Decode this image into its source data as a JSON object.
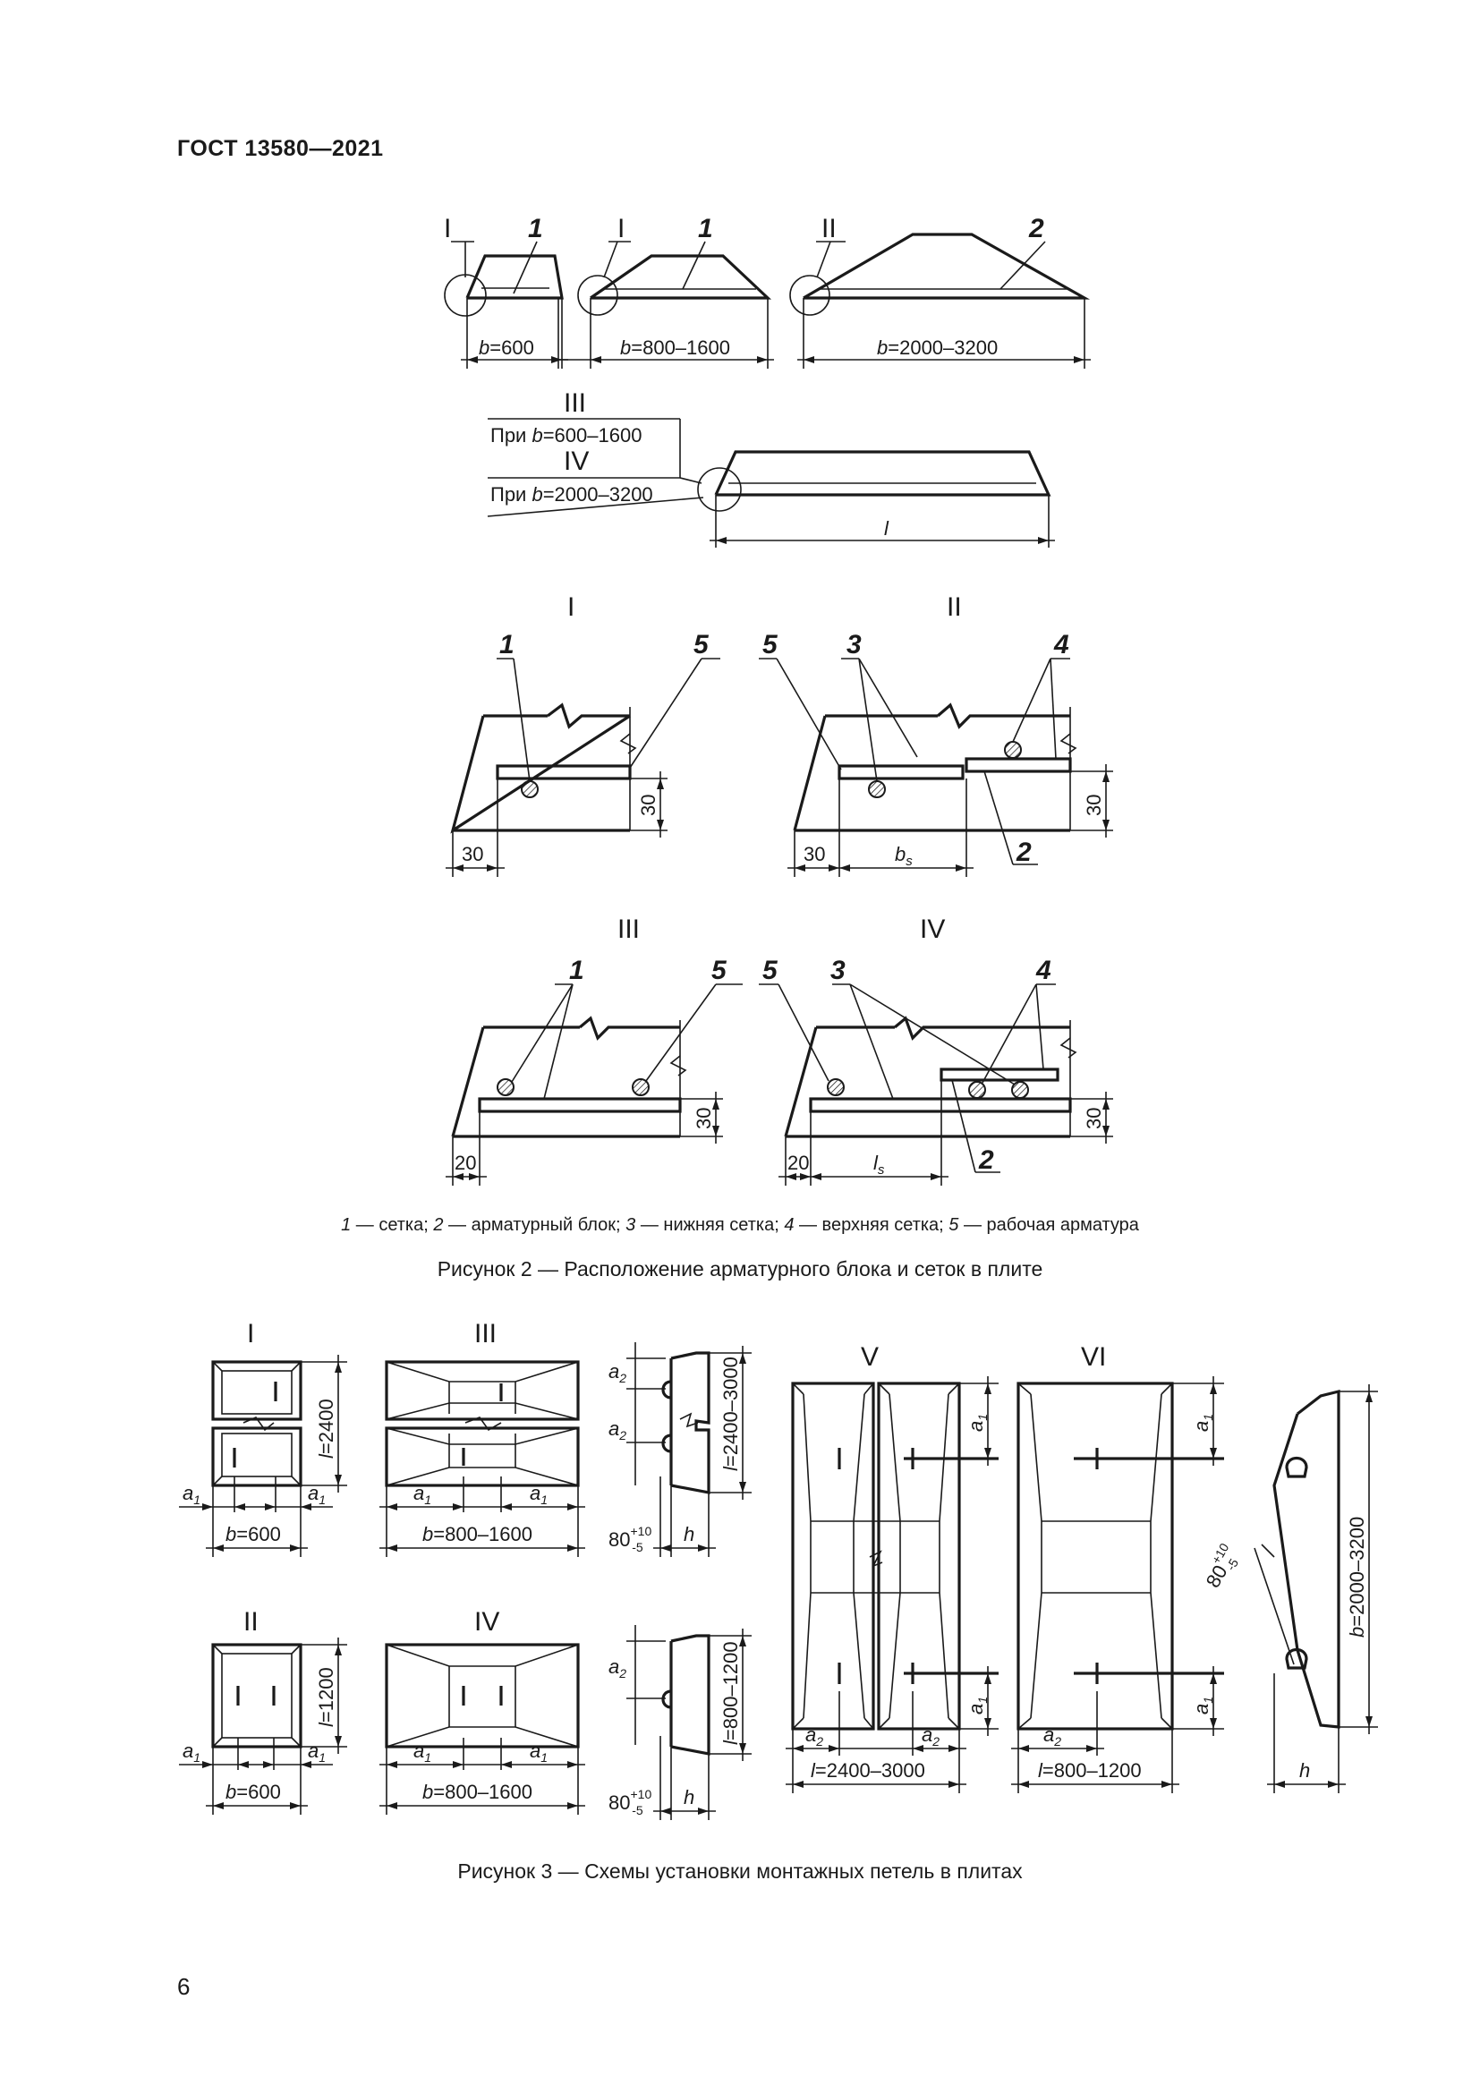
{
  "header": {
    "title": "ГОСТ 13580—2021"
  },
  "page_number": "6",
  "figure2": {
    "top": {
      "views": [
        {
          "roman": "I",
          "callout": "1",
          "dim": "=600",
          "dim_var": "b"
        },
        {
          "roman": "I",
          "callout": "1",
          "dim": "=800–1600",
          "dim_var": "b"
        },
        {
          "roman": "II",
          "callout": "2",
          "dim": "=2000–3200",
          "dim_var": "b"
        }
      ],
      "note_iii": "III",
      "note_iii_text_pre": "При ",
      "note_iii_var": "b",
      "note_iii_text_post": "=600–1600",
      "note_iv": "IV",
      "note_iv_text_pre": "При ",
      "note_iv_var": "b",
      "note_iv_text_post": "=2000–3200",
      "length_label": "l"
    },
    "details": {
      "I": {
        "title": "I",
        "callouts": [
          "1",
          "5"
        ],
        "dims": [
          "30",
          "30"
        ]
      },
      "II": {
        "title": "II",
        "callouts": [
          "5",
          "3",
          "4",
          "2"
        ],
        "dims": [
          "30",
          "30"
        ],
        "bs_var": "b",
        "bs_sub": "s"
      },
      "III": {
        "title": "III",
        "callouts": [
          "1",
          "5"
        ],
        "dims": [
          "20",
          "30"
        ]
      },
      "IV": {
        "title": "IV",
        "callouts": [
          "5",
          "3",
          "4",
          "2"
        ],
        "dims": [
          "20",
          "30"
        ],
        "ls_var": "l",
        "ls_sub": "s"
      }
    },
    "legend": [
      {
        "num": "1",
        "text": " — сетка; "
      },
      {
        "num": "2",
        "text": " — арматурный блок; "
      },
      {
        "num": "3",
        "text": " — нижняя сетка; "
      },
      {
        "num": "4",
        "text": " — верхняя сетка; "
      },
      {
        "num": "5",
        "text": " — рабочая арматура"
      }
    ],
    "caption": "Рисунок 2 — Расположение арматурного блока и сеток в плите"
  },
  "figure3": {
    "schemes": {
      "I": {
        "title": "I",
        "b": "=600",
        "l": "=2400",
        "a1": "a",
        "sub1": "1"
      },
      "II": {
        "title": "II",
        "b": "=600",
        "l": "=1200"
      },
      "III": {
        "title": "III",
        "b": "=800–1600"
      },
      "IV": {
        "title": "IV",
        "b": "=800–1600"
      },
      "V": {
        "title": "V",
        "l": "=2400–3000"
      },
      "VI": {
        "title": "VI",
        "l": "=800–1200"
      }
    },
    "side_a": {
      "l": "=2400–3000",
      "tol_base": "80",
      "tol_up": "+10",
      "tol_dn": "-5",
      "h": "h"
    },
    "side_b": {
      "l": "=800–1200",
      "tol_base": "80",
      "tol_up": "+10",
      "tol_dn": "-5",
      "h": "h"
    },
    "side_c": {
      "b": "=2000–3200",
      "tol_base": "80",
      "tol_up": "+10",
      "tol_dn": "-5",
      "h": "h"
    },
    "caption": "Рисунок 3 — Схемы установки монтажных петель в плитах"
  }
}
